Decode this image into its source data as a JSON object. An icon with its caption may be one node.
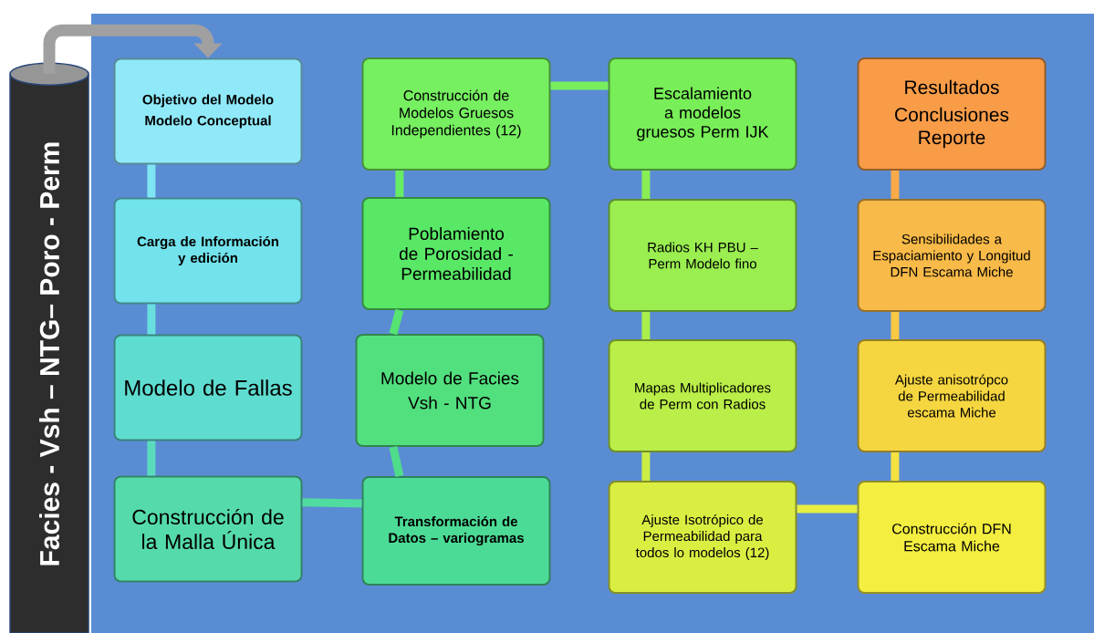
{
  "diagram": {
    "nodes": [
      {
        "text": [
          "Facies - Vsh – NTG– Poro - Perm"
        ]
      },
      {
        "text": [
          "Objetivo del Modelo",
          "Modelo Conceptual"
        ]
      },
      {
        "text": [
          "Carga de Información y edición"
        ]
      },
      {
        "text": [
          "Modelo de Fallas"
        ]
      },
      {
        "text": [
          "Construcción de la Malla Única"
        ]
      },
      {
        "text": [
          "Transformación de Datos – variogramas"
        ]
      },
      {
        "text": [
          "Modelo de Facies",
          "Vsh - NTG"
        ]
      },
      {
        "text": [
          "Poblamiento de Porosidad - Permeabilidad"
        ]
      },
      {
        "text": [
          "Construcción de Modelos Gruesos Independientes (12)"
        ]
      },
      {
        "text": [
          "Escalamiento a modelos gruesos Perm IJK"
        ]
      },
      {
        "text": [
          "Radios KH PBU – Perm Modelo fino"
        ]
      },
      {
        "text": [
          "Mapas Multiplicadores de Perm con Radios"
        ]
      },
      {
        "text": [
          "Ajuste Isotrópico de Permeabilidad para todos lo modelos (12)"
        ]
      },
      {
        "text": [
          "Construcción DFN Escama Miche"
        ]
      },
      {
        "text": [
          "Ajuste anisotrópco de Permeabilidad escama Miche"
        ]
      },
      {
        "text": [
          "Sensibilidades a Espaciamiento y Longitud DFN Escama Miche"
        ]
      },
      {
        "text": [
          "Resultados",
          "Conclusiones Reporte"
        ]
      }
    ],
    "edges": [
      {
        "from": 0,
        "to": 1,
        "arrow": "to",
        "color": "#a0a0a0"
      },
      {
        "from": 1,
        "to": 2,
        "arrow": "none",
        "color": "#80e5f2"
      },
      {
        "from": 2,
        "to": 3,
        "arrow": "none",
        "color": "#68dfde"
      },
      {
        "from": 3,
        "to": 4,
        "arrow": "none",
        "color": "#5adbbd"
      },
      {
        "from": 4,
        "to": 5,
        "arrow": "none",
        "color": "#50dba0"
      },
      {
        "from": 5,
        "to": 6,
        "arrow": "none",
        "color": "#4fdd8a"
      },
      {
        "from": 6,
        "to": 7,
        "arrow": "none",
        "color": "#55e372"
      },
      {
        "from": 7,
        "to": 8,
        "arrow": "none",
        "color": "#67ec63"
      },
      {
        "from": 8,
        "to": 9,
        "arrow": "none",
        "color": "#77ef5c"
      },
      {
        "from": 9,
        "to": 10,
        "arrow": "none",
        "color": "#89ee54"
      },
      {
        "from": 10,
        "to": 11,
        "arrow": "none",
        "color": "#aaee4c"
      },
      {
        "from": 11,
        "to": 12,
        "arrow": "none",
        "color": "#caee45"
      },
      {
        "from": 12,
        "to": 13,
        "arrow": "none",
        "color": "#e7ee41"
      },
      {
        "from": 13,
        "to": 14,
        "arrow": "none",
        "color": "#f5e240"
      },
      {
        "from": 14,
        "to": 15,
        "arrow": "none",
        "color": "#f7c844"
      },
      {
        "from": 15,
        "to": 16,
        "arrow": "none",
        "color": "#f8ab48"
      }
    ]
  }
}
